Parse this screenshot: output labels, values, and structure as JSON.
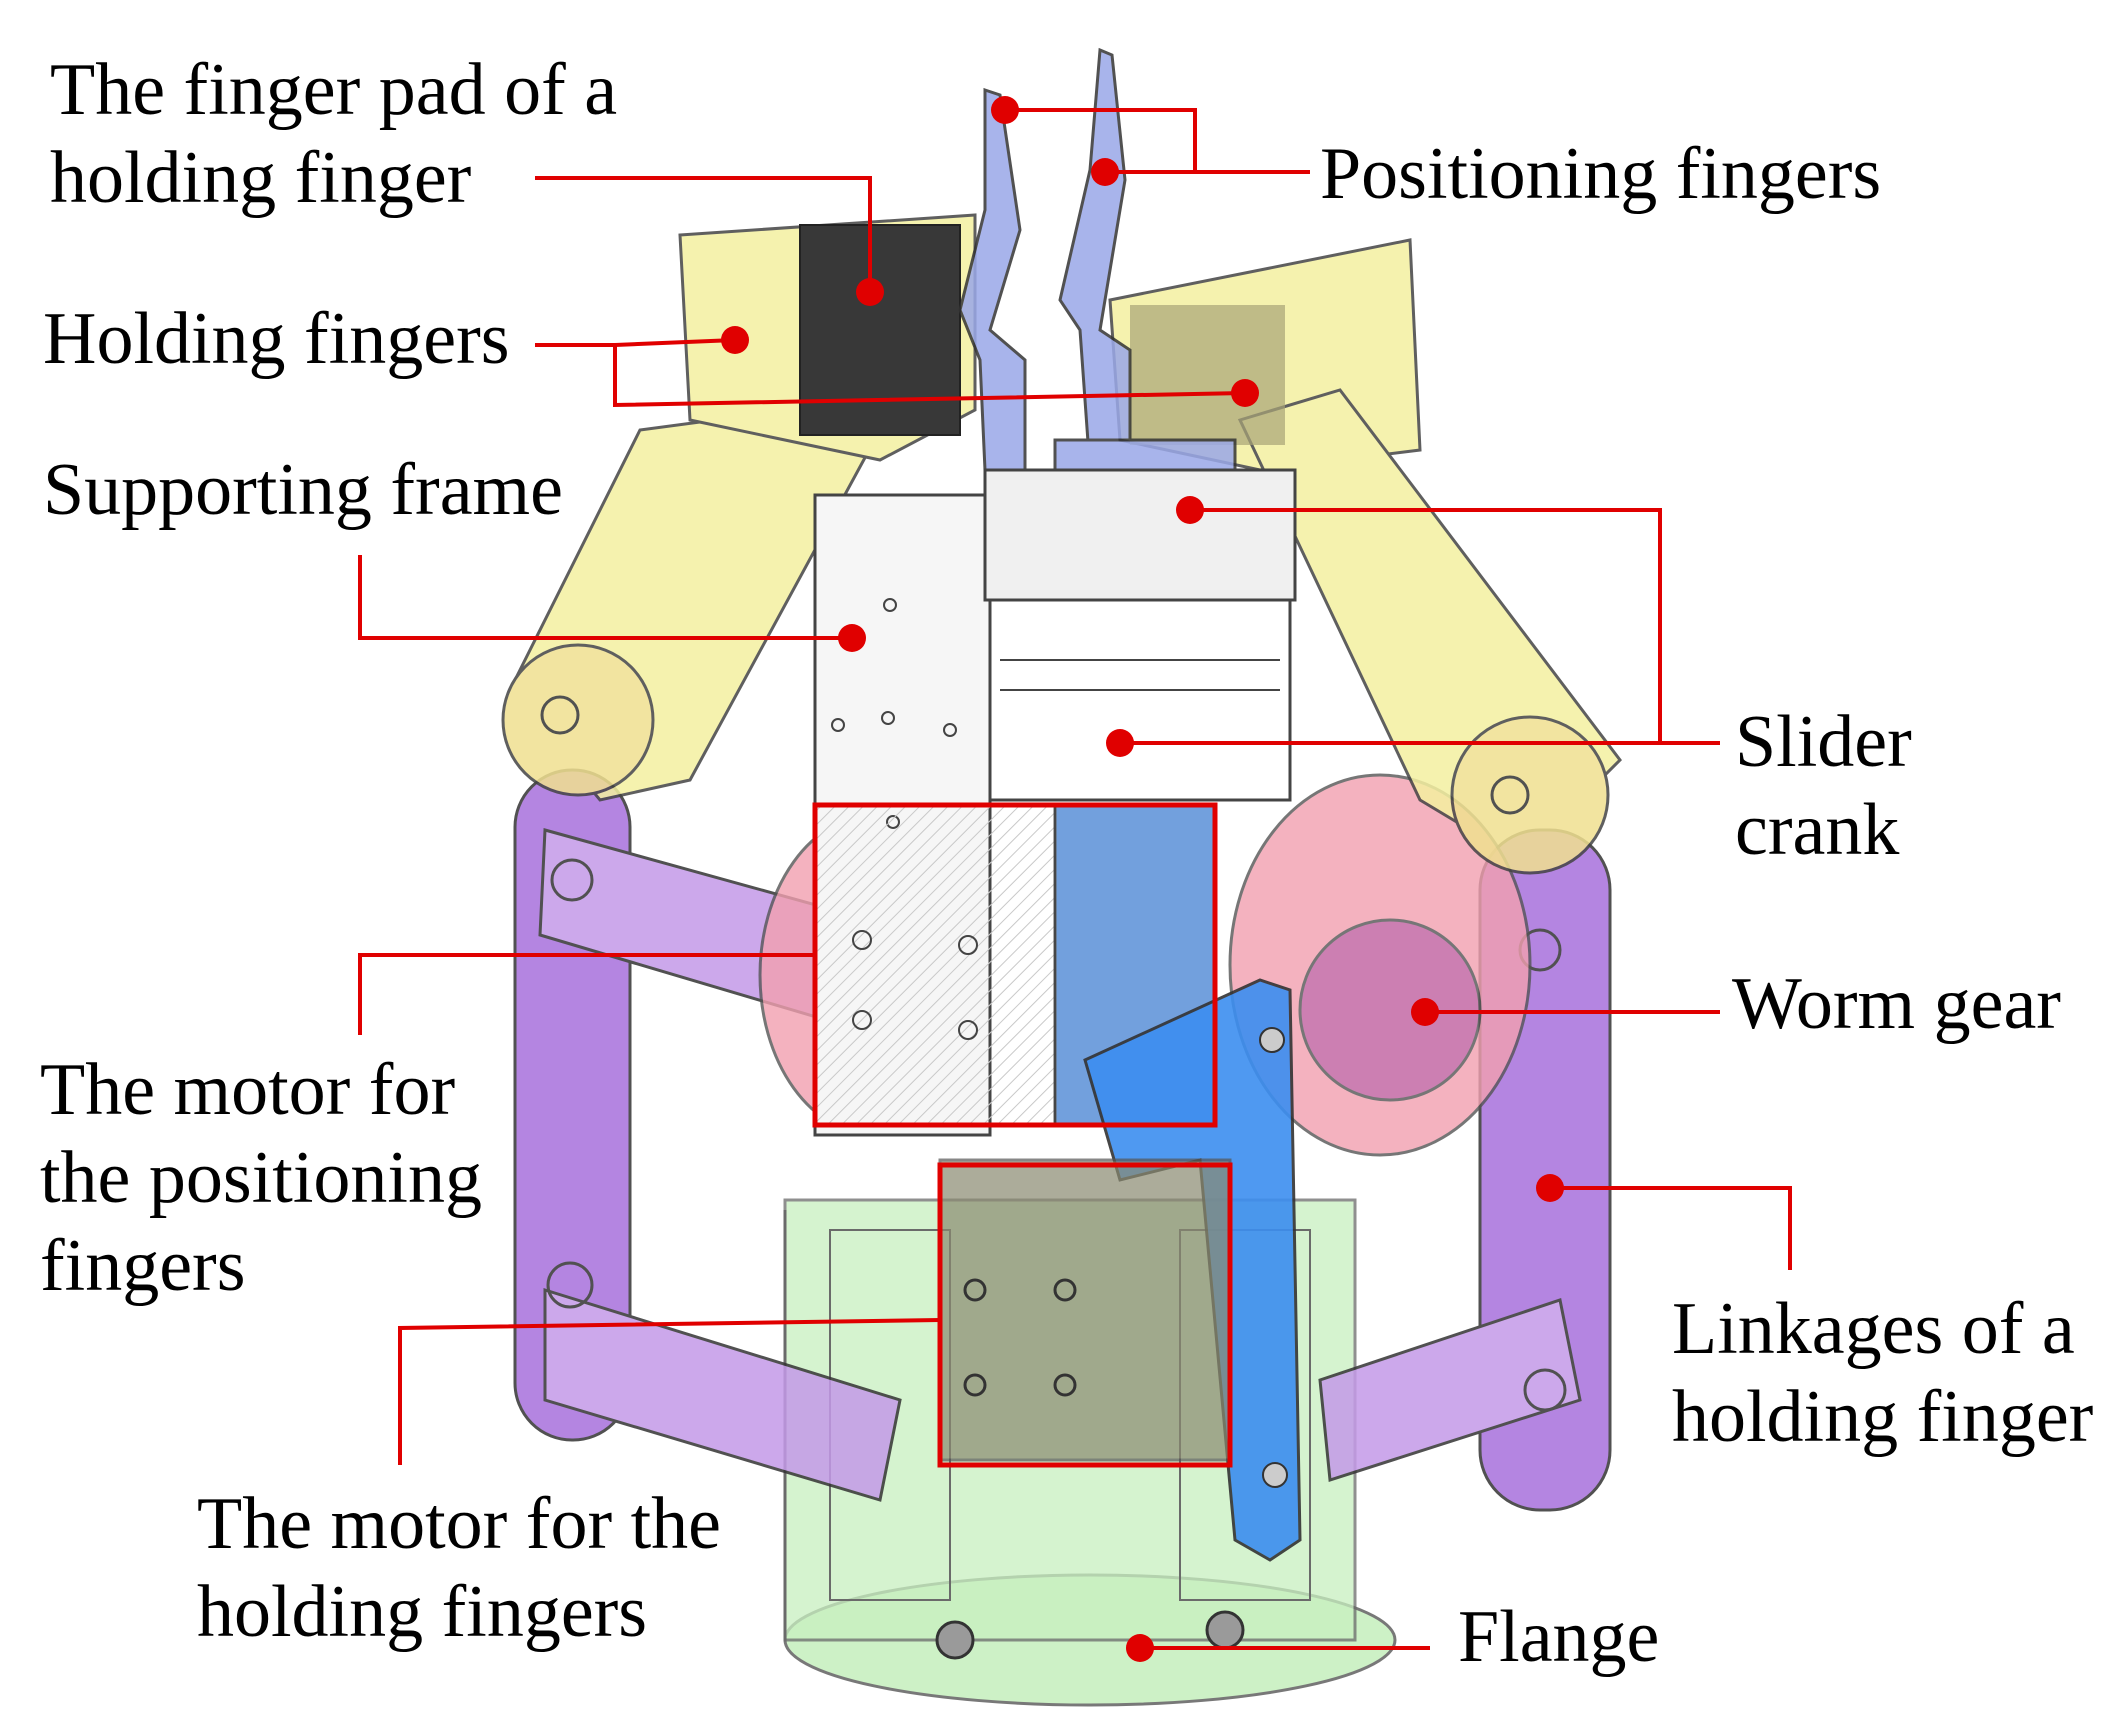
{
  "diagram": {
    "labels": {
      "finger_pad_line1": "The finger pad of a",
      "finger_pad_line2": "holding finger",
      "holding_fingers": "Holding fingers",
      "supporting_frame": "Supporting frame",
      "motor_positioning_line1": "The motor for",
      "motor_positioning_line2": "the positioning",
      "motor_positioning_line3": "fingers",
      "motor_holding_line1": "The motor for the",
      "motor_holding_line2": "holding fingers",
      "positioning_fingers": "Positioning fingers",
      "slider_crank_line1": "Slider",
      "slider_crank_line2": "crank",
      "worm_gear": "Worm gear",
      "linkages_line1": "Linkages of a",
      "linkages_line2": "holding finger",
      "flange": "Flange"
    },
    "colors": {
      "leader_line": "#e00000",
      "marker_dot": "#e00000",
      "holding_finger_body": "#f4f0a0",
      "linkage": "#b07ae0",
      "worm_gear": "#f2a0b0",
      "flange": "#c8f0c0",
      "positioning_finger": "#9aa8e8",
      "bracket": "#3c8ef0",
      "frame": "#f4f4f4",
      "finger_pad": "#383838"
    }
  }
}
